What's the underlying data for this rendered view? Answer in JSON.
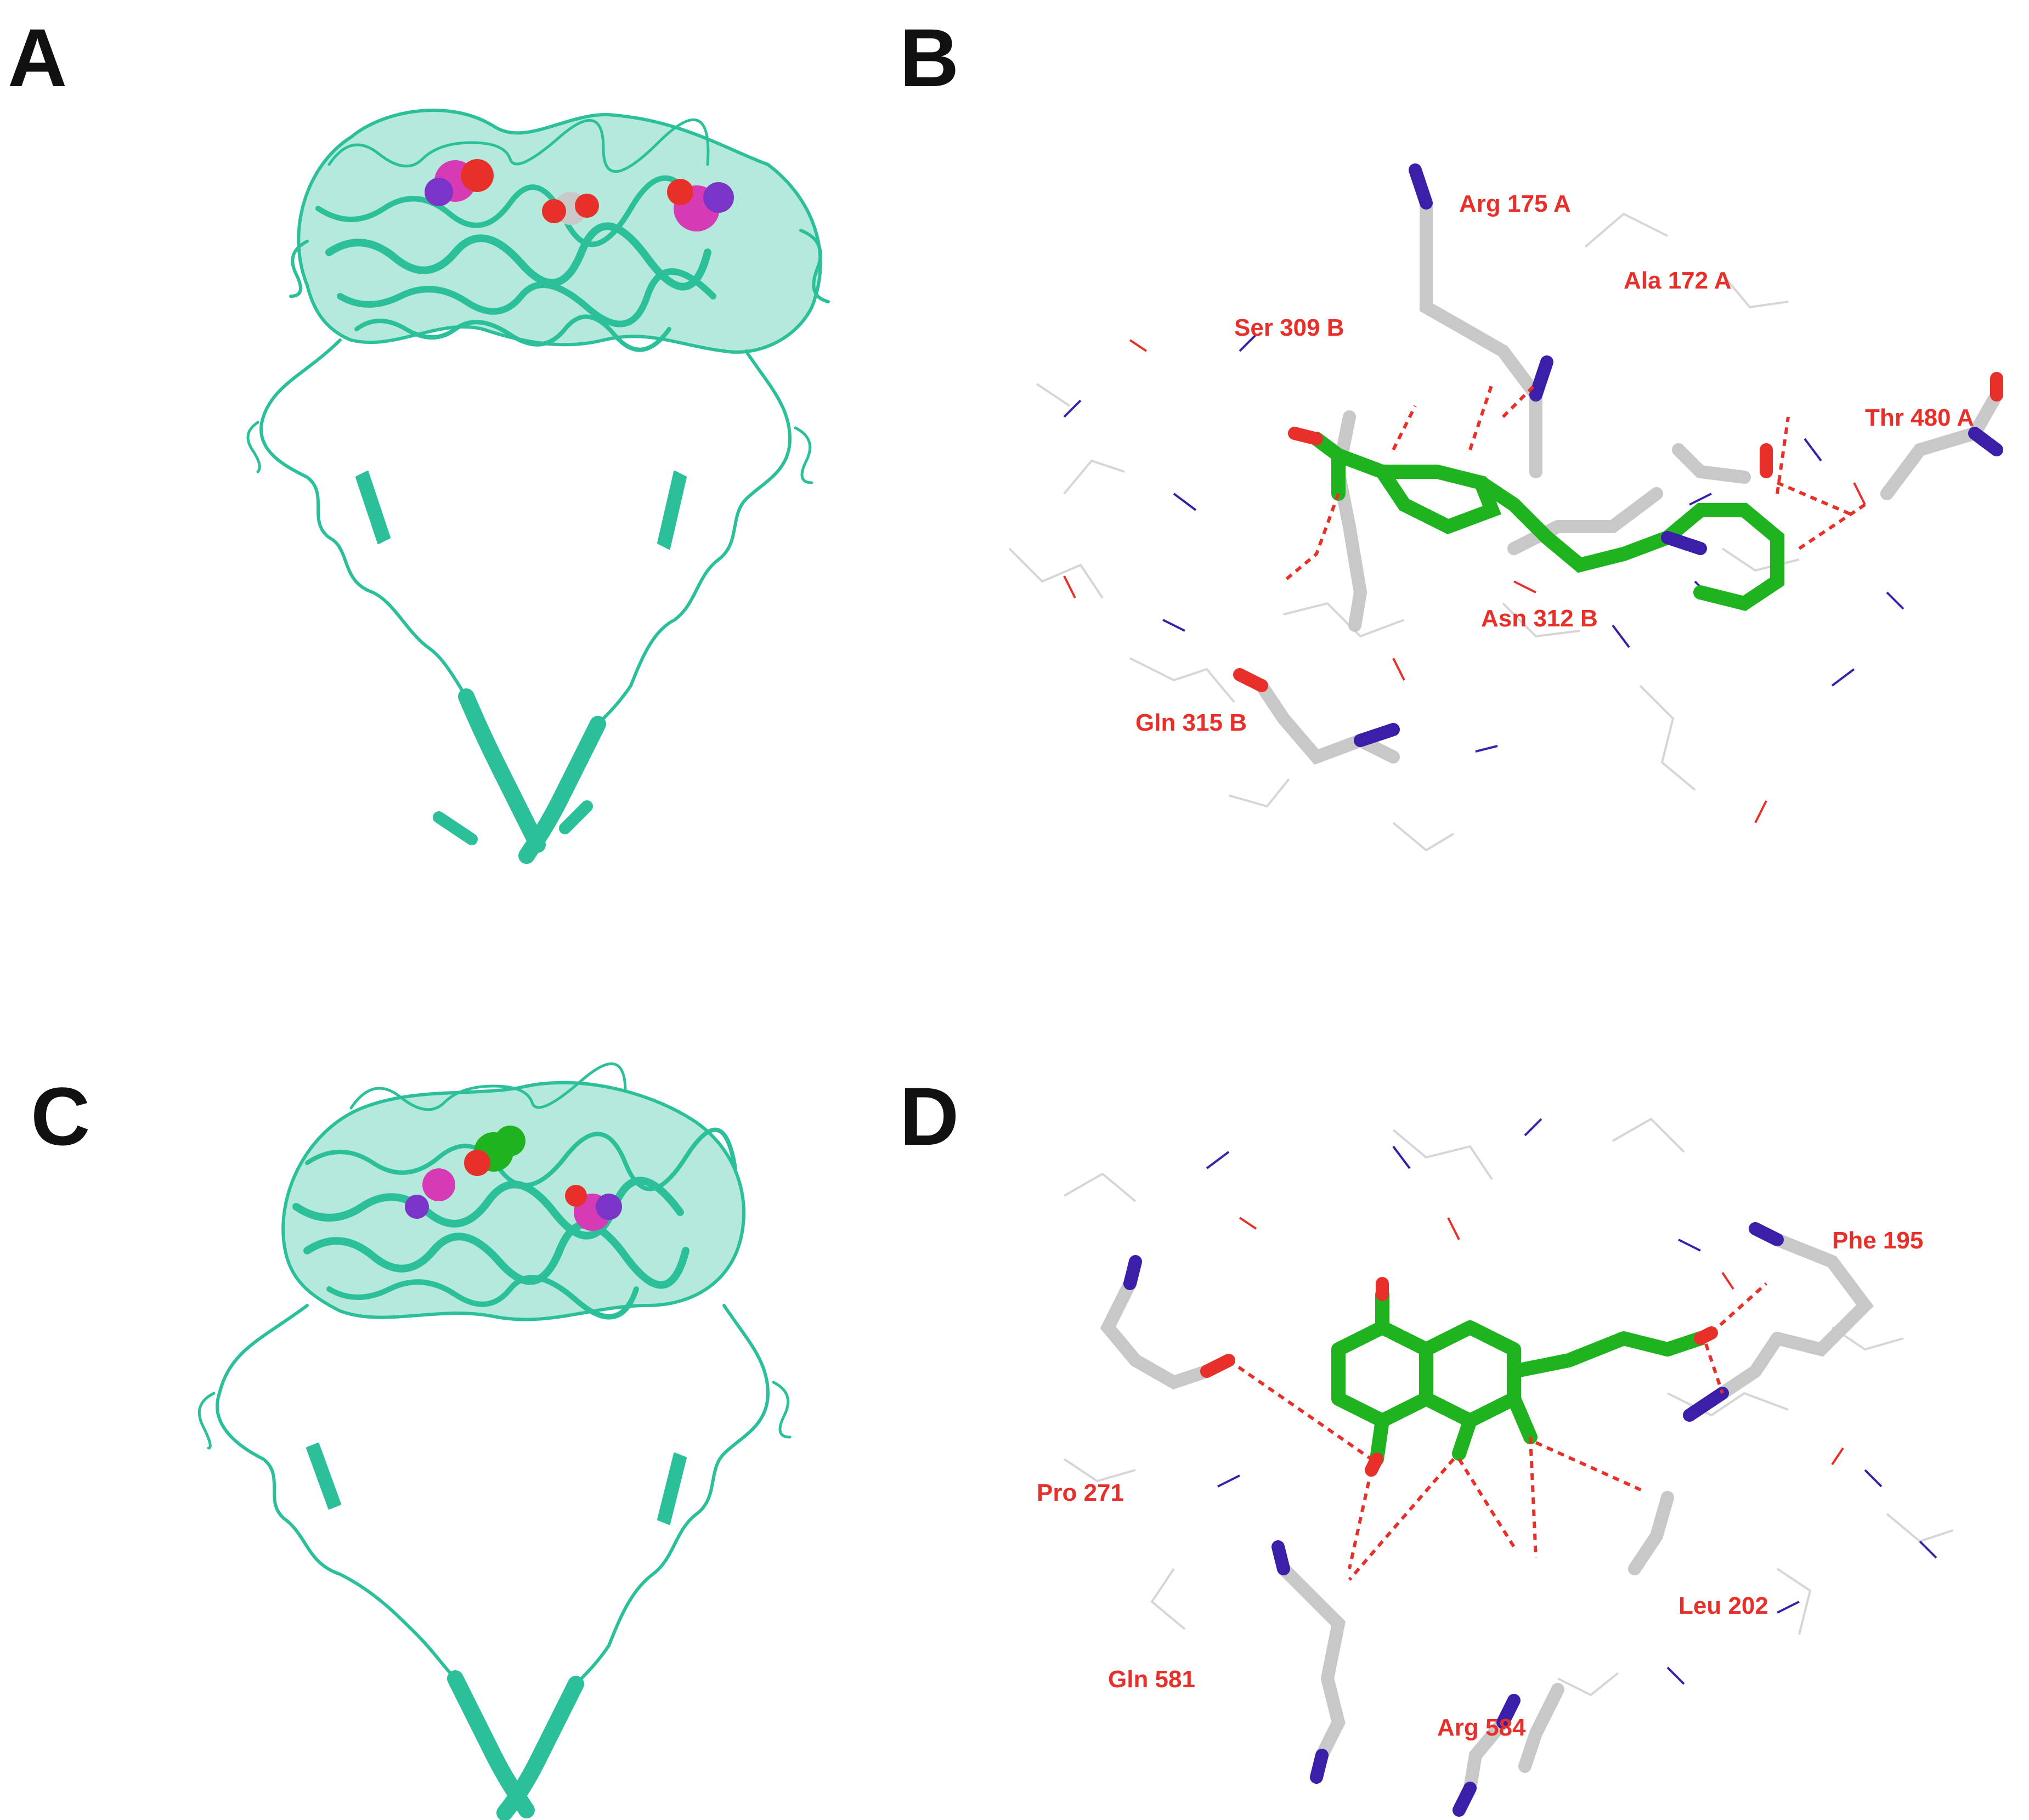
{
  "panels": {
    "a": {
      "letter": "A"
    },
    "b": {
      "letter": "B",
      "residues": [
        "Arg 175 A",
        "Ala 172 A",
        "Ser 309 B",
        "Thr 480 A",
        "Asn 312 B",
        "Gln 315 B"
      ]
    },
    "c": {
      "letter": "C"
    },
    "d": {
      "letter": "D",
      "residues": [
        "Phe 195",
        "Pro 271",
        "Leu 202",
        "Gln 581",
        "Arg 584"
      ]
    }
  },
  "colors": {
    "protein_ribbon": "#2bbf9a",
    "ligand_carbon": "#1fb31f",
    "residue_carbon": "#c8c8c8",
    "oxygen": "#e8302a",
    "nitrogen": "#3b1fa8",
    "hbond": "#e8302a",
    "label": "#e8302a",
    "ligand_magenta": "#d63ab5"
  }
}
